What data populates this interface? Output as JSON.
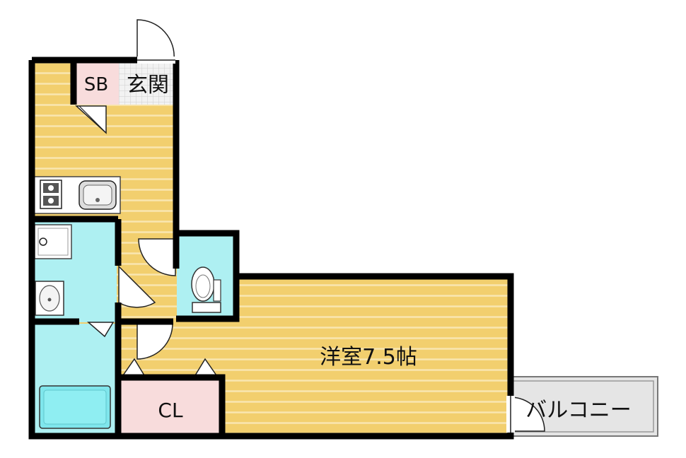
{
  "rooms": {
    "sb": "SB",
    "entrance": "玄関",
    "western_room": "洋室7.5帖",
    "closet": "CL",
    "balcony": "バルコニー"
  },
  "colors": {
    "floor_wood": "#f2cf6e",
    "floor_line": "#f8e3a8",
    "wet_area": "#aef0f2",
    "storage": "#f8dcdc",
    "balcony": "#e6e6e6",
    "entrance_tile": "#ececec",
    "wall": "#000000"
  }
}
